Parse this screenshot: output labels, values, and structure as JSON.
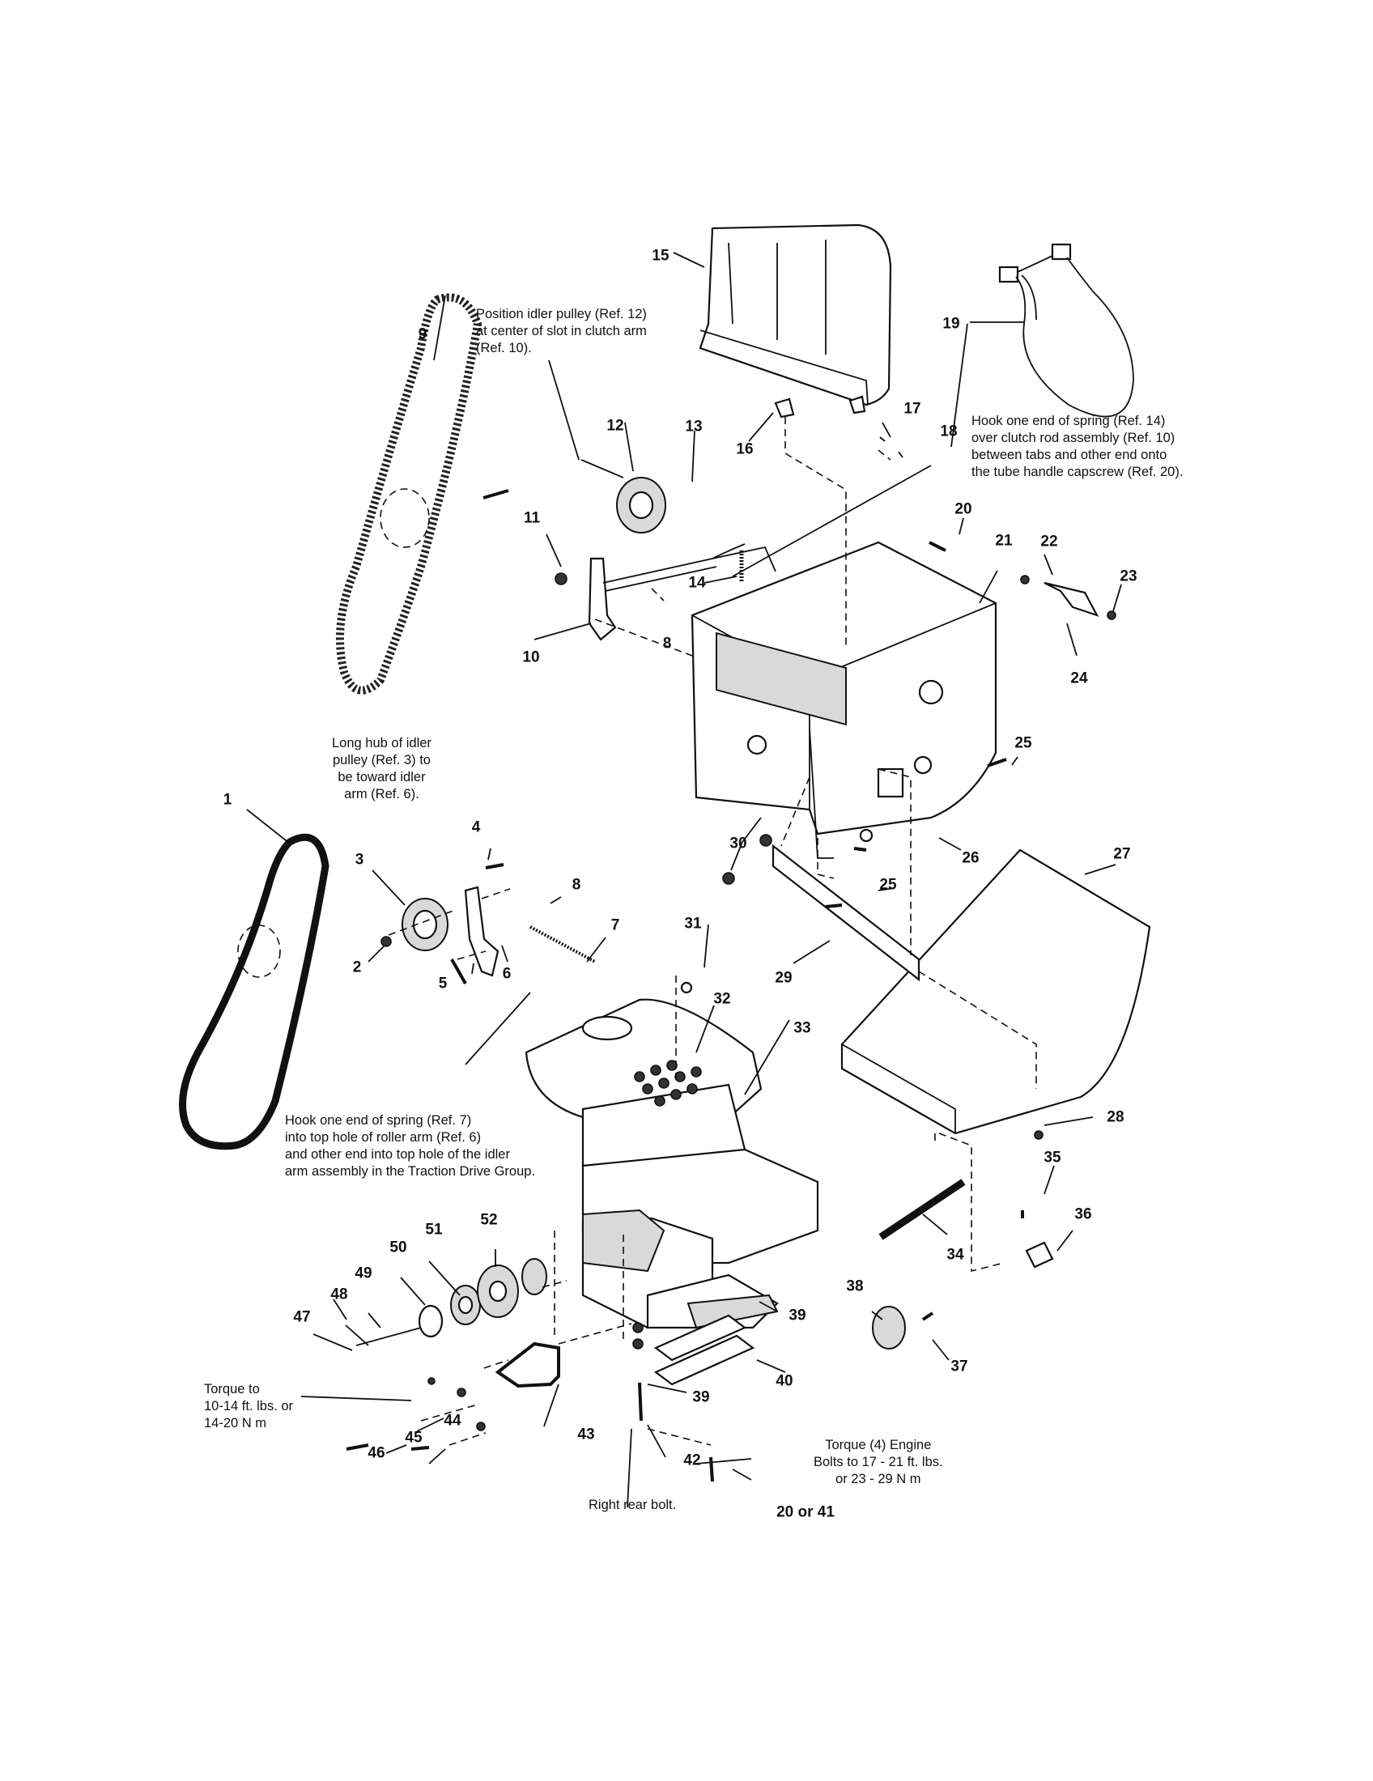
{
  "callouts": {
    "c1": "1",
    "c2": "2",
    "c3": "3",
    "c4": "4",
    "c5": "5",
    "c6": "6",
    "c7": "7",
    "c8a": "8",
    "c8b": "8",
    "c9": "9",
    "c10": "10",
    "c11": "11",
    "c12": "12",
    "c13": "13",
    "c14": "14",
    "c15": "15",
    "c16": "16",
    "c17": "17",
    "c18": "18",
    "c19": "19",
    "c20": "20",
    "c21": "21",
    "c22": "22",
    "c23": "23",
    "c24": "24",
    "c25a": "25",
    "c25b": "25",
    "c26": "26",
    "c27": "27",
    "c28": "28",
    "c29": "29",
    "c30": "30",
    "c31": "31",
    "c32": "32",
    "c33": "33",
    "c34": "34",
    "c35": "35",
    "c36": "36",
    "c37": "37",
    "c38": "38",
    "c39a": "39",
    "c39b": "39",
    "c40": "40",
    "c42": "42",
    "c43": "43",
    "c44": "44",
    "c45": "45",
    "c46": "46",
    "c47": "47",
    "c48": "48",
    "c49": "49",
    "c50": "50",
    "c51": "51",
    "c52": "52",
    "c20or41": "20 or 41"
  },
  "notes": {
    "idler_pulley": "Position idler pulley (Ref. 12)\nat center of slot in clutch arm\n(Ref. 10).",
    "spring14": "Hook one end of spring (Ref. 14)\nover clutch rod assembly (Ref. 10)\nbetween tabs and other end onto\nthe tube handle capscrew (Ref. 20).",
    "long_hub": "Long hub of idler\npulley (Ref. 3) to\nbe toward idler\narm (Ref. 6).",
    "spring7": "Hook one end of spring (Ref. 7)\ninto top hole of roller arm (Ref. 6)\nand other end into top hole of the idler\narm assembly in the Traction Drive Group.",
    "torque_pulley": "Torque to\n10-14 ft. lbs. or\n14-20 N m",
    "torque_engine": "Torque (4) Engine\nBolts to 17 - 21 ft. lbs.\nor 23 - 29 N m",
    "right_rear_bolt": "Right rear bolt."
  }
}
